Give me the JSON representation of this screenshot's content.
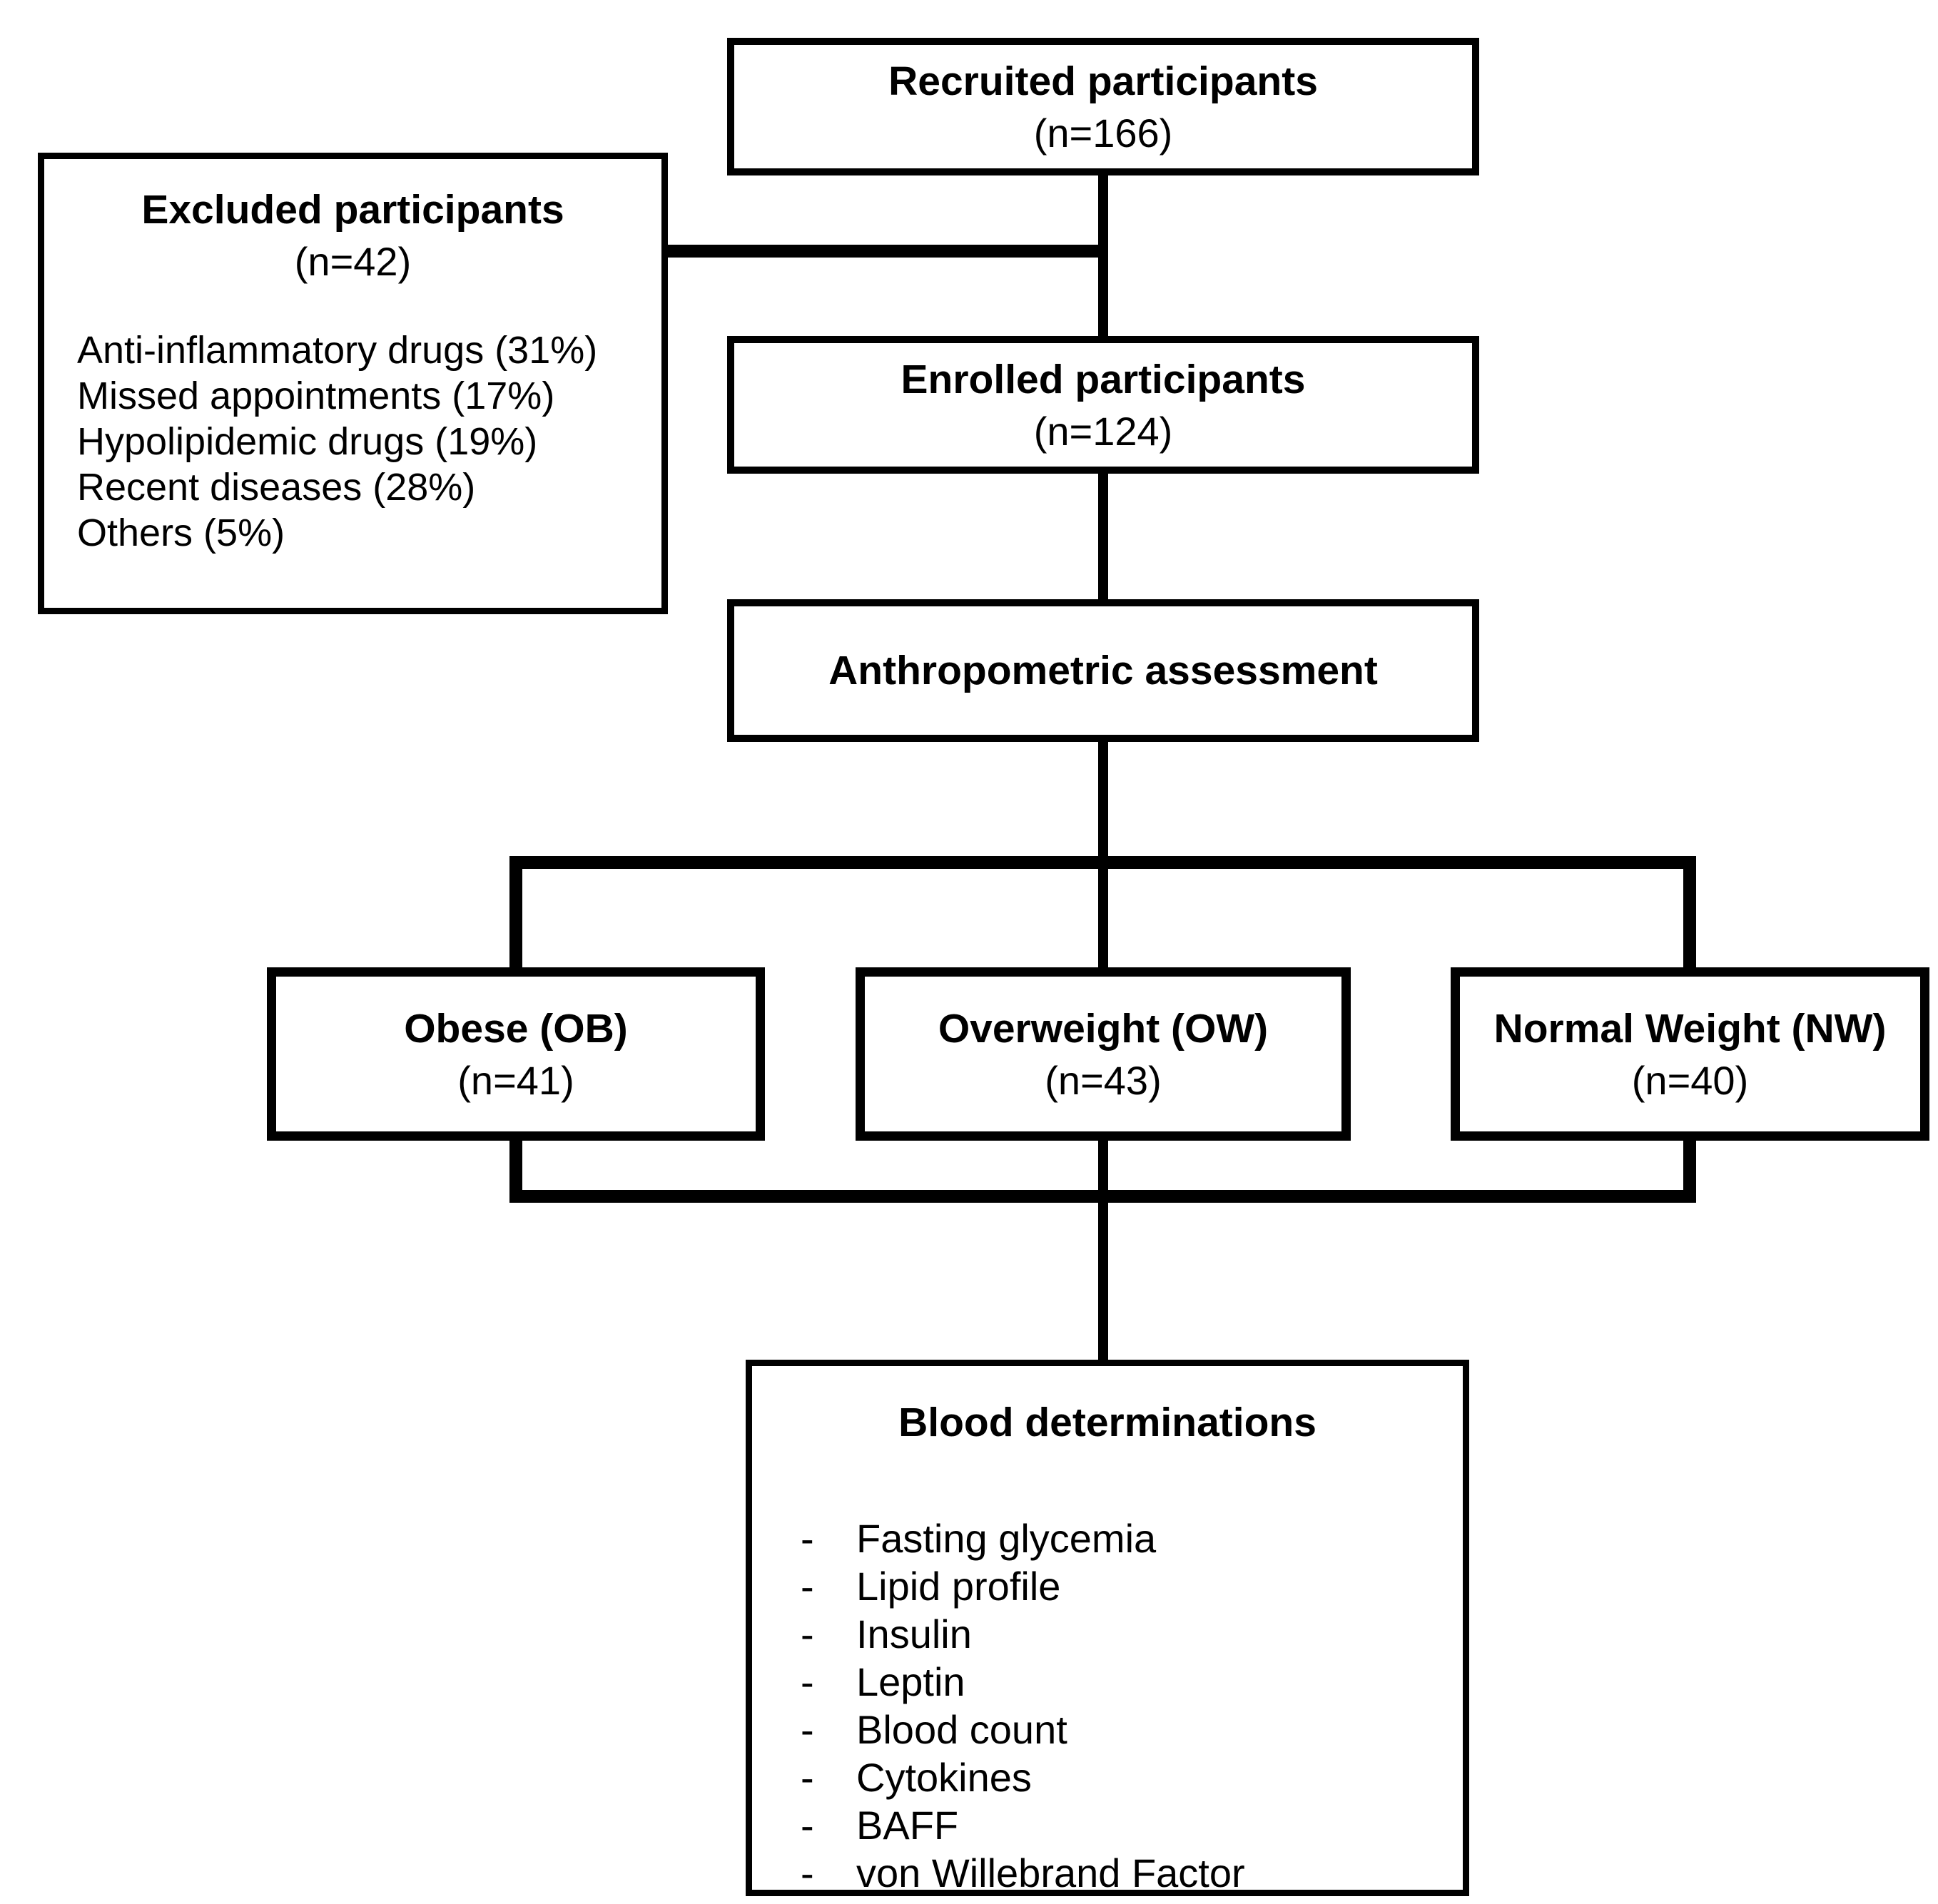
{
  "theme": {
    "line_color": "#000000",
    "box_background": "#ffffff",
    "page_background": "#ffffff",
    "text_color": "#000000"
  },
  "diagram": {
    "boxes": {
      "recruited": {
        "title": "Recruited participants",
        "n": "(n=166)"
      },
      "excluded": {
        "title": "Excluded participants",
        "n": "(n=42)",
        "items": [
          "Anti-inflammatory drugs (31%)",
          "Missed appointments (17%)",
          "Hypolipidemic drugs (19%)",
          "Recent diseases (28%)",
          "Others (5%)"
        ]
      },
      "enrolled": {
        "title": "Enrolled participants",
        "n": "(n=124)"
      },
      "anthropometric": {
        "title": "Anthropometric assessment"
      },
      "obese": {
        "title": "Obese (OB)",
        "n": "(n=41)"
      },
      "overweight": {
        "title": "Overweight (OW)",
        "n": "(n=43)"
      },
      "normal_weight": {
        "title": "Normal Weight (NW)",
        "n": "(n=40)"
      },
      "blood": {
        "title": "Blood determinations",
        "bullet": "-",
        "items": [
          "Fasting glycemia",
          "Lipid profile",
          "Insulin",
          "Leptin",
          "Blood count",
          "Cytokines",
          "BAFF",
          "von Willebrand Factor"
        ]
      }
    }
  }
}
